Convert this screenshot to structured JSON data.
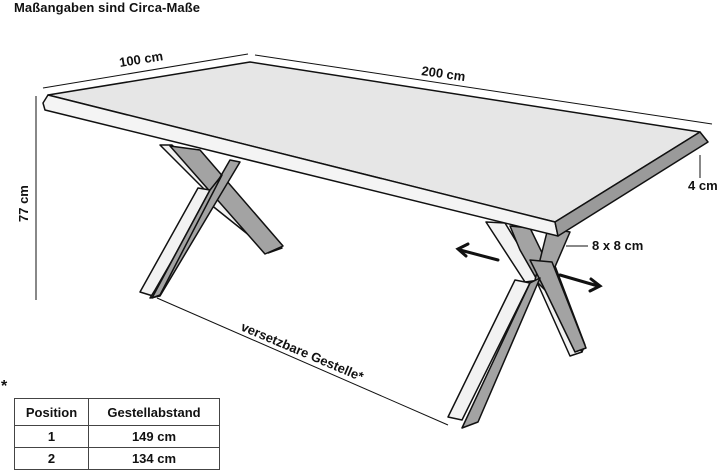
{
  "title": "Maßangaben sind Circa-Maße",
  "dimensions": {
    "width": "100 cm",
    "length": "200 cm",
    "height": "77 cm",
    "thickness": "4 cm",
    "leg_profile": "8 x 8 cm",
    "adjustable_frames": "versetzbare Gestelle*"
  },
  "footnote_marker": "*",
  "table": {
    "headers": [
      "Position",
      "Gestellabstand"
    ],
    "rows": [
      {
        "position": "1",
        "distance": "149 cm"
      },
      {
        "position": "2",
        "distance": "134 cm"
      }
    ]
  },
  "colors": {
    "tabletop": "#e6e6e6",
    "edge_light": "#f4f4f4",
    "edge_dark": "#9a9a9a",
    "leg_dark": "#a3a3a3",
    "leg_light": "#f2f2f2",
    "line": "#111111"
  }
}
